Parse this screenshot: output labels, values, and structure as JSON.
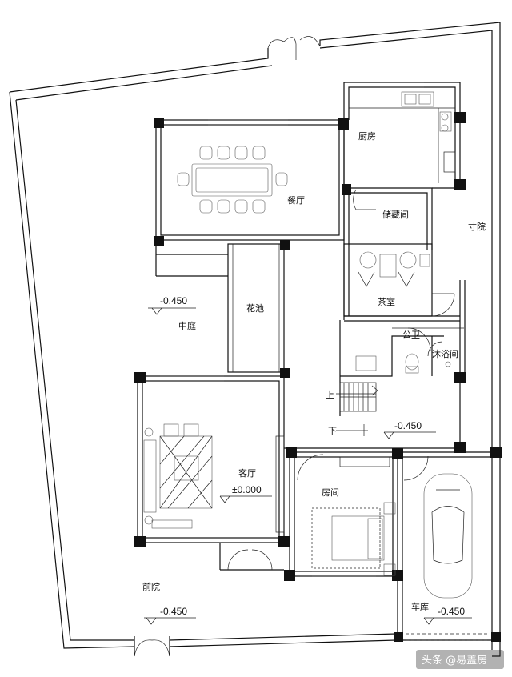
{
  "rooms": {
    "kitchen": "厨房",
    "dining": "餐厅",
    "storage": "储藏间",
    "side_yard": "寸院",
    "tea_room": "茶室",
    "flower_bed": "花池",
    "courtyard": "中庭",
    "public_wc": "公卫",
    "bath": "沐浴间",
    "living": "客厅",
    "bedroom": "房间",
    "front_yard": "前院",
    "garage": "车库"
  },
  "stairs": {
    "up": "上",
    "down": "下"
  },
  "levels": {
    "courtyard": "-0.450",
    "hall": "-0.450",
    "living": "±0.000",
    "front_yard": "-0.450",
    "garage": "-0.450"
  },
  "watermark": "头条 @易盖房"
}
